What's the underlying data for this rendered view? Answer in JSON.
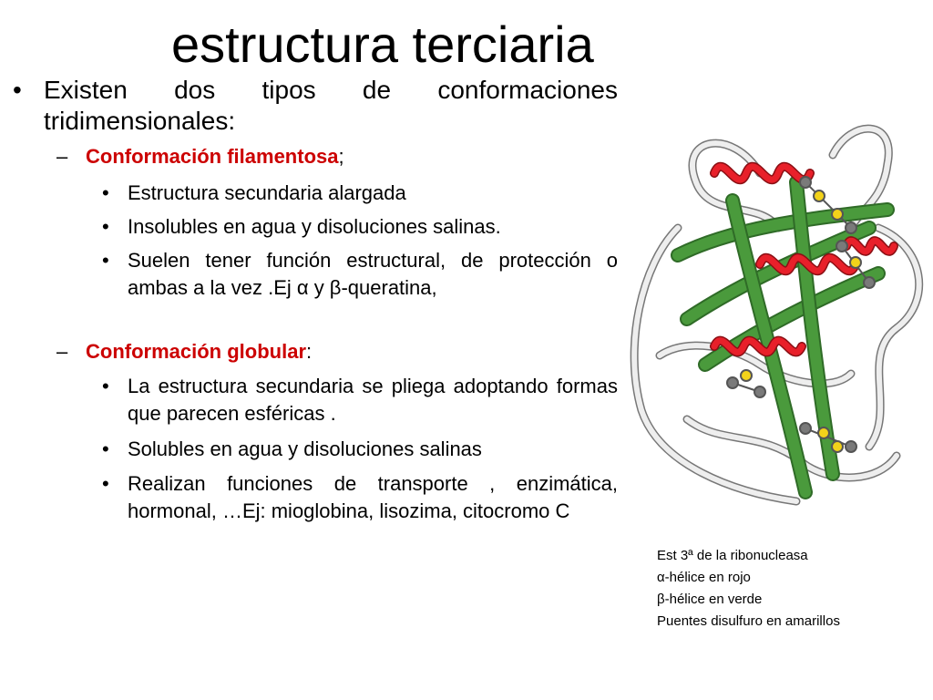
{
  "slide": {
    "title": "estructura terciaria",
    "intro": "Existen dos tipos de conformaciones tridimensionales:",
    "bullet_char": "•",
    "dash_char": "–",
    "sections": [
      {
        "heading": "Conformación filamentosa",
        "heading_suffix": ";",
        "items": [
          "Estructura secundaria alargada",
          "Insolubles en agua y disoluciones salinas.",
          "Suelen tener función estructural, de protección o ambas a la vez .Ej α y β-queratina,"
        ]
      },
      {
        "heading": "Conformación globular",
        "heading_suffix": ":",
        "items": [
          "La estructura secundaria se pliega adoptando formas que parecen esféricas .",
          "Solubles en agua y disoluciones salinas",
          "Realizan funciones de transporte , enzimática, hormonal, …Ej: mioglobina, lisozima, citocromo C"
        ]
      }
    ]
  },
  "figure": {
    "caption_lines": [
      "Est 3ª de la ribonucleasa",
      "α-hélice en rojo",
      "β-hélice en verde",
      "Puentes disulfuro en amarillos"
    ],
    "colors": {
      "helix": "#e8202a",
      "strand": "#4a9a3c",
      "coil": "#d8d8d8",
      "sulfur": "#f2d21a",
      "atom": "#7a7a7a"
    }
  }
}
